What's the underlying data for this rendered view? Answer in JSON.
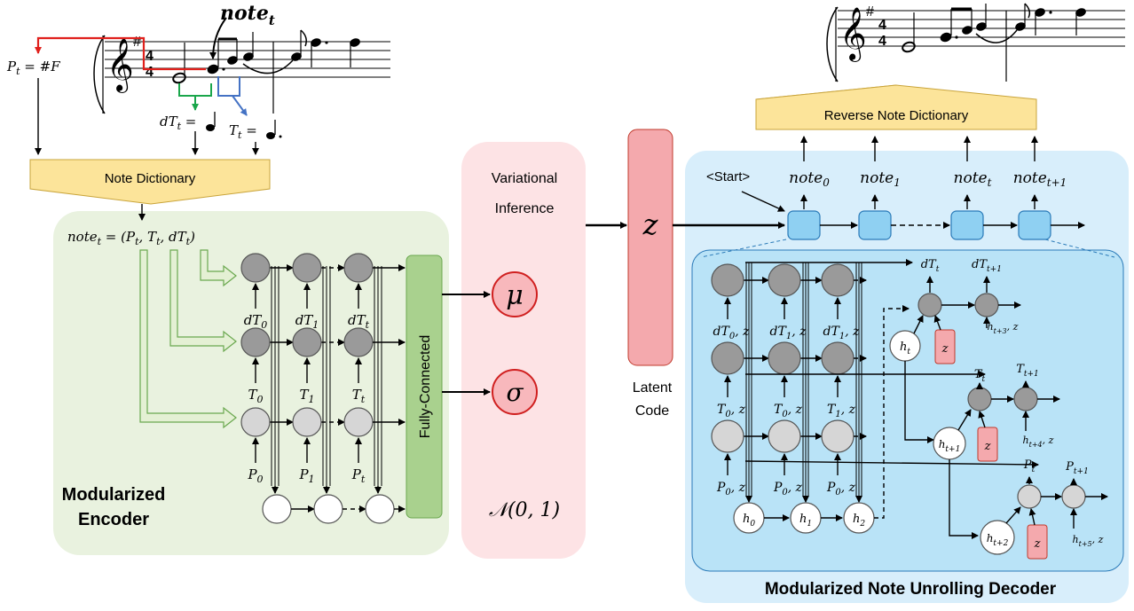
{
  "labels": {
    "note_t_top": "note",
    "note_t_top_sub": "t",
    "pt_eq": "P",
    "pt_sub": "t",
    "pt_val": " = #F",
    "dtt_eq": "dT",
    "dtt_sub": "t",
    "tt_eq": "T",
    "tt_sub": "t",
    "note_dictionary": "Note Dictionary",
    "reverse_note_dictionary": "Reverse Note Dictionary",
    "note_def": "note",
    "note_def_sub": "t",
    "note_def_rest": " = (P",
    "note_def_rest2": ", T",
    "note_def_rest3": ", dT",
    "note_def_close": ")",
    "fully_connected": "Fully-Connected",
    "modularized": "Modularized",
    "encoder": "Encoder",
    "variational": "Variational",
    "inference": "Inference",
    "mu": "μ",
    "sigma": "σ",
    "normal": "𝒩(0, 1)",
    "z": "z",
    "latent": "Latent",
    "code": "Code",
    "start": "<Start>",
    "decoder_title": "Modularized Note Unrolling Decoder"
  },
  "encoder": {
    "dT_labels": [
      {
        "main": "dT",
        "sub": "0"
      },
      {
        "main": "dT",
        "sub": "1"
      },
      {
        "main": "dT",
        "sub": "t"
      }
    ],
    "T_labels": [
      {
        "main": "T",
        "sub": "0"
      },
      {
        "main": "T",
        "sub": "1"
      },
      {
        "main": "T",
        "sub": "t"
      }
    ],
    "P_labels": [
      {
        "main": "P",
        "sub": "0"
      },
      {
        "main": "P",
        "sub": "1"
      },
      {
        "main": "P",
        "sub": "t"
      }
    ]
  },
  "decoder": {
    "outputs": [
      {
        "main": "note",
        "sub": "0"
      },
      {
        "main": "note",
        "sub": "1"
      },
      {
        "main": "note",
        "sub": "t"
      },
      {
        "main": "note",
        "sub": "t+1"
      }
    ],
    "dT_in": [
      {
        "main": "dT",
        "sub": "0",
        "tail": ", z"
      },
      {
        "main": "dT",
        "sub": "1",
        "tail": ", z"
      },
      {
        "main": "dT",
        "sub": "1",
        "tail": ", z"
      }
    ],
    "T_in": [
      {
        "main": "T",
        "sub": "0",
        "tail": ", z"
      },
      {
        "main": "T",
        "sub": "0",
        "tail": ", z"
      },
      {
        "main": "T",
        "sub": "1",
        "tail": ", z"
      }
    ],
    "P_in": [
      {
        "main": "P",
        "sub": "0",
        "tail": ", z"
      },
      {
        "main": "P",
        "sub": "0",
        "tail": ", z"
      },
      {
        "main": "P",
        "sub": "0",
        "tail": ", z"
      }
    ],
    "h_nodes": [
      {
        "main": "h",
        "sub": "0"
      },
      {
        "main": "h",
        "sub": "1"
      },
      {
        "main": "h",
        "sub": "2"
      }
    ],
    "unroll": {
      "dT_out1": {
        "main": "dT",
        "sub": "t"
      },
      "dT_out2": {
        "main": "dT",
        "sub": "t+1"
      },
      "T_out1": {
        "main": "T",
        "sub": "t"
      },
      "T_out2": {
        "main": "T",
        "sub": "t+1"
      },
      "P_out1": {
        "main": "P",
        "sub": "t"
      },
      "P_out2": {
        "main": "P",
        "sub": "t+1"
      },
      "h_t": {
        "main": "h",
        "sub": "t"
      },
      "h_t1": {
        "main": "h",
        "sub": "t+1"
      },
      "h_t2": {
        "main": "h",
        "sub": "t+2"
      },
      "h_t3z": {
        "main": "h",
        "sub": "t+3",
        "tail": ", z"
      },
      "h_t4z": {
        "main": "h",
        "sub": "t+4",
        "tail": ", z"
      },
      "h_t5z": {
        "main": "h",
        "sub": "t+5",
        "tail": ", z"
      },
      "z": "z"
    }
  },
  "colors": {
    "encoder_bg": "#e9f2df",
    "vi_bg": "#fde3e5",
    "decoder_bg": "#d8eefb",
    "decoder_inner": "#b9e3f7",
    "dict_fill": "#fce49a",
    "fc_fill": "#a9d18e",
    "z_fill": "#f4a9ad",
    "node_dark": "#9a9a9a",
    "node_light": "#d6d6d6",
    "red": "#e0201c",
    "green": "#1aa64b",
    "blue": "#4472c4"
  }
}
